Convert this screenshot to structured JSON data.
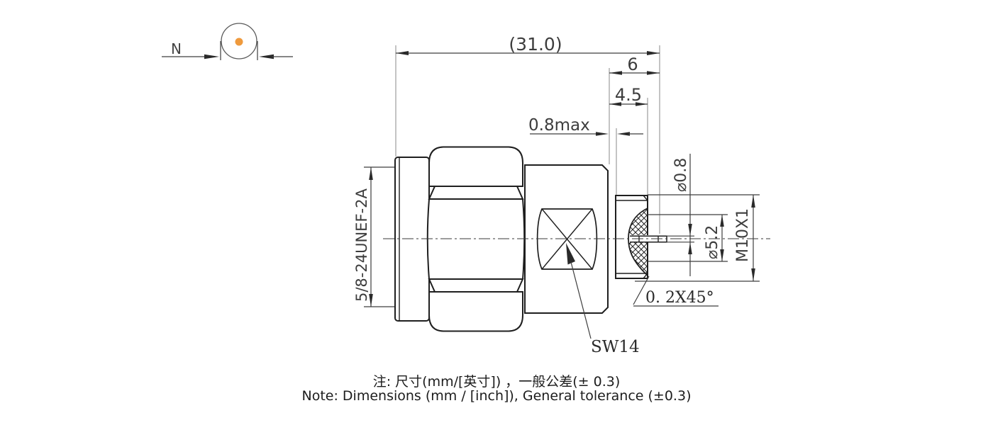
{
  "front_view": {
    "connector_label": "N"
  },
  "dimensions": {
    "overall_length": "(31.0)",
    "rear_section_length": "6",
    "rear_thread_length": "4.5",
    "gap_max": "0.8max",
    "pin_diameter": "⌀0.8",
    "bore_diameter": "⌀5.2",
    "rear_thread_spec": "M10X1",
    "chamfer": "0. 2X45°",
    "wrench_size": "SW14",
    "front_thread_spec": "5/8-24UNEF-2A"
  },
  "notes": {
    "chinese": "注: 尺寸(mm/[英寸]) ，一般公差(± 0.3)",
    "english": "Note: Dimensions (mm / [inch]), General tolerance (±0.3)"
  },
  "colors": {
    "line": "#1f1f1f",
    "dimension": "#3d3d3d",
    "extension": "#949494",
    "center_pin_dot": "#EF9A3D"
  }
}
